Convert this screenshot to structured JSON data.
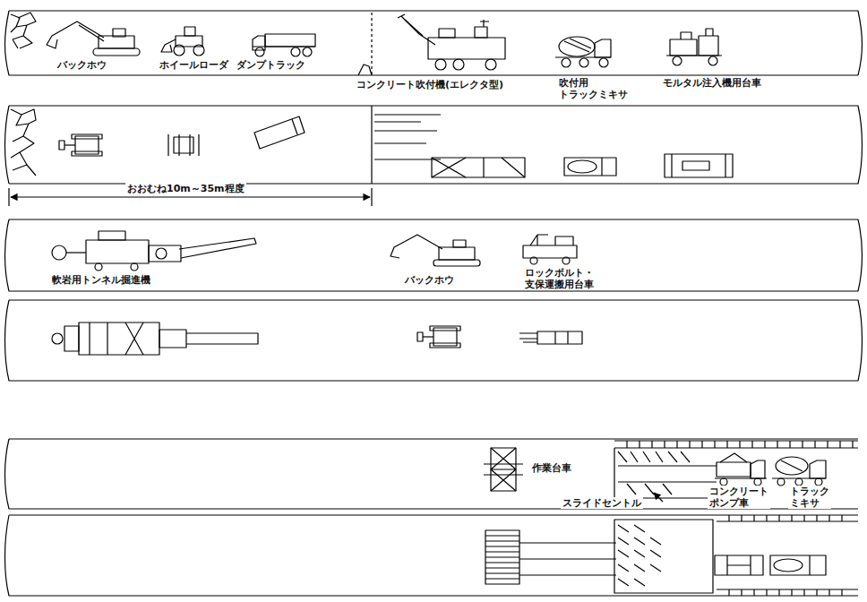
{
  "diagram": {
    "labels": [
      "バックホウ",
      "ホイールローダ",
      "ダンプトラック",
      "コンクリート吹付機(エレクタ型)",
      "吹付用 トラックミキサ",
      "モルタル注入機用台車",
      "おおむね10m～35m程度",
      "軟岩用トンネル掘進機",
      "バックホウ",
      "ロックボルト・ 支保運搬用台車",
      "作業台車",
      "スライドセントル",
      "コンクリート ポンプ車",
      "トラック ミキサ"
    ]
  }
}
